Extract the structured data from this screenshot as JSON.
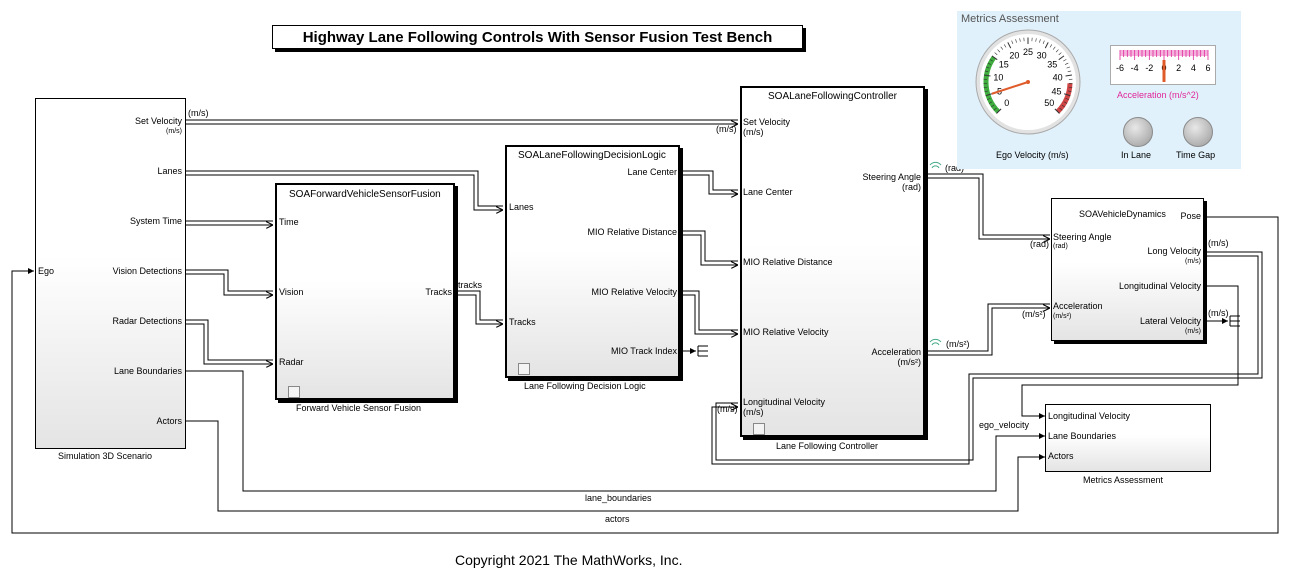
{
  "title": "Highway Lane Following Controls With Sensor Fusion Test Bench",
  "copyright": "Copyright 2021 The MathWorks, Inc.",
  "scenario": {
    "caption": "Simulation 3D Scenario",
    "in_ego": "Ego",
    "set_velocity": "Set Velocity",
    "set_velocity_unit": "(m/s)",
    "lanes": "Lanes",
    "system_time": "System Time",
    "vision": "Vision Detections",
    "radar": "Radar Detections",
    "lane_boundaries": "Lane Boundaries",
    "actors": "Actors"
  },
  "fusion": {
    "name": "SOAForwardVehicleSensorFusion",
    "caption": "Forward Vehicle Sensor Fusion",
    "time": "Time",
    "vision": "Vision",
    "radar": "Radar",
    "tracks": "Tracks"
  },
  "decision": {
    "name": "SOALaneFollowingDecisionLogic",
    "caption": "Lane Following Decision Logic",
    "lanes": "Lanes",
    "tracks": "Tracks",
    "lane_center": "Lane Center",
    "mio_dist": "MIO Relative Distance",
    "mio_vel": "MIO Relative Velocity",
    "mio_idx": "MIO Track Index"
  },
  "controller": {
    "name": "SOALaneFollowingController",
    "caption": "Lane Following Controller",
    "set_velocity": "Set Velocity",
    "set_velocity_unit": "(m/s)",
    "lane_center": "Lane Center",
    "mio_dist": "MIO Relative Distance",
    "mio_vel": "MIO Relative Velocity",
    "long_vel": "Longitudinal Velocity",
    "long_vel_unit": "(m/s)",
    "steer": "Steering Angle",
    "steer_unit": "(rad)",
    "accel": "Acceleration",
    "accel_unit": "(m/s²)"
  },
  "dynamics": {
    "name": "SOAVehicleDynamics",
    "steer": "Steering Angle",
    "steer_unit": "(rad)",
    "accel": "Acceleration",
    "accel_unit": "(m/s²)",
    "pose": "Pose",
    "long_vel": "Long Velocity",
    "long_vel_unit": "(m/s)",
    "longitudinal_vel": "Longitudinal Velocity",
    "lateral_vel": "Lateral Velocity",
    "lateral_vel_unit": "(m/s)"
  },
  "metrics_block": {
    "caption": "Metrics Assessment",
    "long_vel": "Longitudinal Velocity",
    "lane_boundaries": "Lane Boundaries",
    "actors": "Actors"
  },
  "wire_labels": {
    "set_velocity_unit": "(m/s)",
    "set_velocity_unit_in": "(m/s)",
    "tracks": "tracks",
    "rad_out": "(rad)",
    "rad_in": "(rad)",
    "accel_out": "(m/s²)",
    "accel_in": "(m/s²)",
    "long_vel_unit": "(m/s)",
    "lateral_unit": "(m/s)",
    "long_vel_in": "(m/s)",
    "ego_velocity": "ego_velocity",
    "lane_boundaries": "lane_boundaries",
    "actors": "actors"
  },
  "dashboard": {
    "title": "Metrics Assessment",
    "gauge_label": "Ego Velocity (m/s)",
    "gauge_ticks": [
      "0",
      "5",
      "10",
      "15",
      "20",
      "25",
      "30",
      "35",
      "40",
      "45",
      "50"
    ],
    "gauge_min": 0,
    "gauge_max": 50,
    "gauge_value": 5,
    "accel_label": "Acceleration (m/s^2)",
    "accel_ticks": [
      "-6",
      "-4",
      "-2",
      "0",
      "2",
      "4",
      "6"
    ],
    "accel_value": 0,
    "lamp_in_lane": "In Lane",
    "lamp_time_gap": "Time Gap",
    "colors": {
      "panel": "#e1f1fb",
      "accel": "#e0269a",
      "green": "#3fae3f",
      "red": "#d04545",
      "needle": "#e05b2a"
    }
  }
}
